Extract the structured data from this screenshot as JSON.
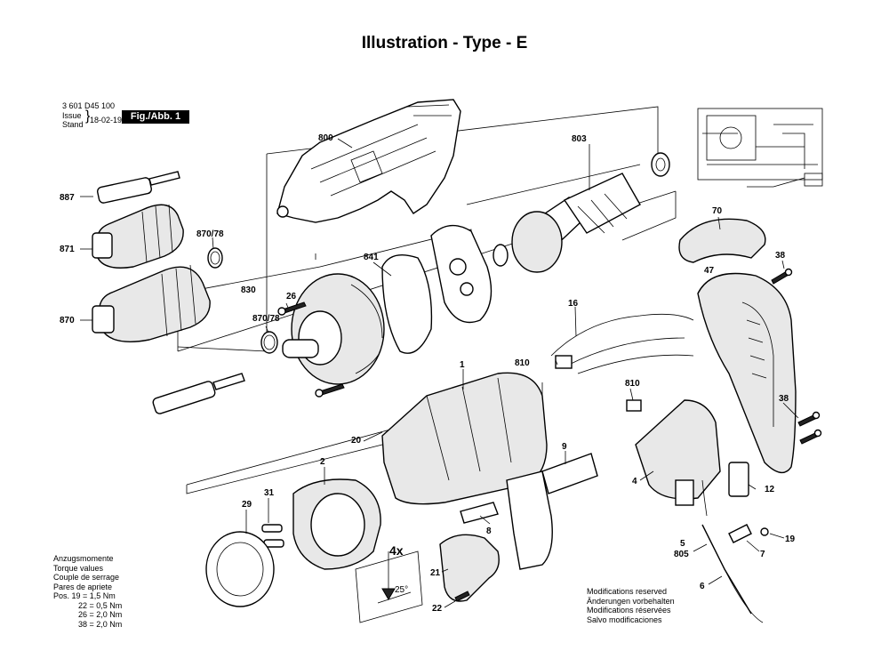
{
  "title": "Illustration - Type - E",
  "header": {
    "part_number": "3 601 D45 100",
    "issue_label": "Issue",
    "stand_label": "Stand",
    "date": "18-02-19",
    "fig_label": "Fig./Abb. 1"
  },
  "torque": {
    "lines": [
      "Anzugsmomente",
      "Torque values",
      "Couple de serrage",
      "Pares de apriete"
    ],
    "values": [
      "Pos. 19 = 1,5 Nm",
      "22 = 0,5 Nm",
      "26 = 2,0 Nm",
      "38 = 2,0 Nm"
    ]
  },
  "modifications": [
    "Modifications reserved",
    "Änderungen vorbehalten",
    "Modifications réservées",
    "Salvo modificaciones"
  ],
  "callouts": {
    "c800": "800",
    "c803": "803",
    "c887": "887",
    "c871": "871",
    "c870_78a": "870/78",
    "c870": "870",
    "c841": "841",
    "c830": "830",
    "c26": "26",
    "c870_78b": "870/78",
    "c70": "70",
    "c47": "47",
    "c38a": "38",
    "c38b": "38",
    "c16": "16",
    "c810a": "810",
    "c810b": "810",
    "c1": "1",
    "c20": "20",
    "c9": "9",
    "c2": "2",
    "c31": "31",
    "c29": "29",
    "c8": "8",
    "c4": "4",
    "c12": "12",
    "c5": "5",
    "c805": "805",
    "c7": "7",
    "c19": "19",
    "c6": "6",
    "c21": "21",
    "c22": "22"
  },
  "detail": {
    "multiplier": "4x",
    "angle": "25°"
  }
}
